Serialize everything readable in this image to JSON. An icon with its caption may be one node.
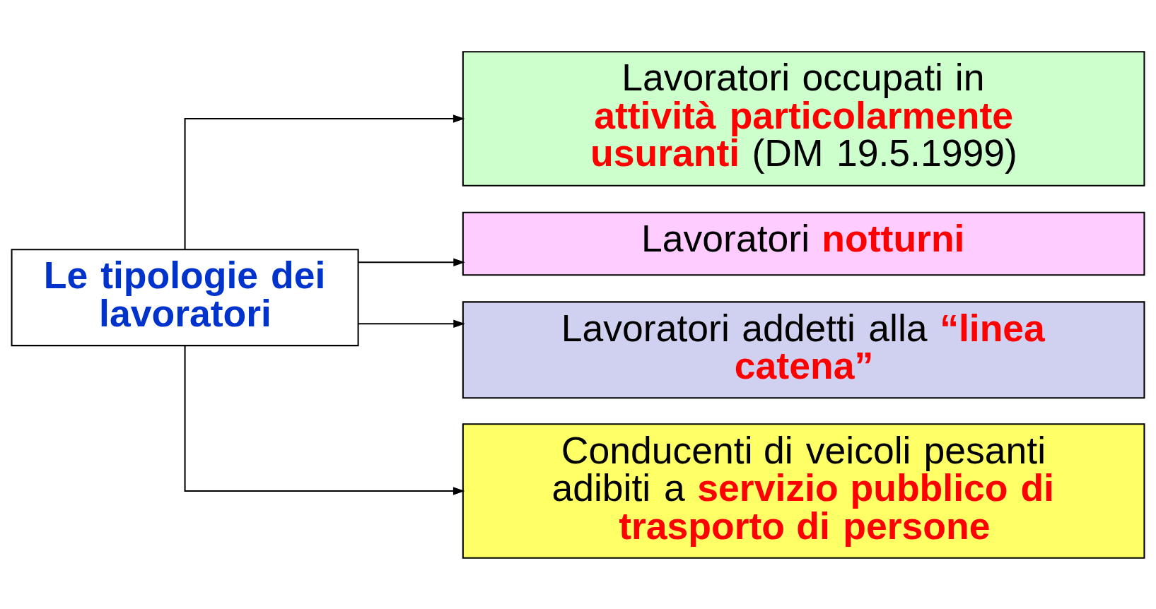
{
  "diagram": {
    "nodes": [
      {
        "text": [
          "Le tipologie dei lavoratori"
        ]
      },
      {
        "text": [
          "Lavoratori occupati in **attività particolarmente usuranti** (DM 19.5.1999)"
        ]
      },
      {
        "text": [
          "Lavoratori **notturni**"
        ]
      },
      {
        "text": [
          "Lavoratori addetti alla **“linea catena”**"
        ]
      },
      {
        "text": [
          "Conducenti di veicoli pesanti adibiti a **servizio pubblico di trasporto di persone**"
        ]
      }
    ],
    "edges": [
      {
        "from": 0,
        "to": 1,
        "arrow": "to"
      },
      {
        "from": 0,
        "to": 2,
        "arrow": "to"
      },
      {
        "from": 0,
        "to": 3,
        "arrow": "to"
      },
      {
        "from": 0,
        "to": 4,
        "arrow": "to"
      }
    ]
  }
}
